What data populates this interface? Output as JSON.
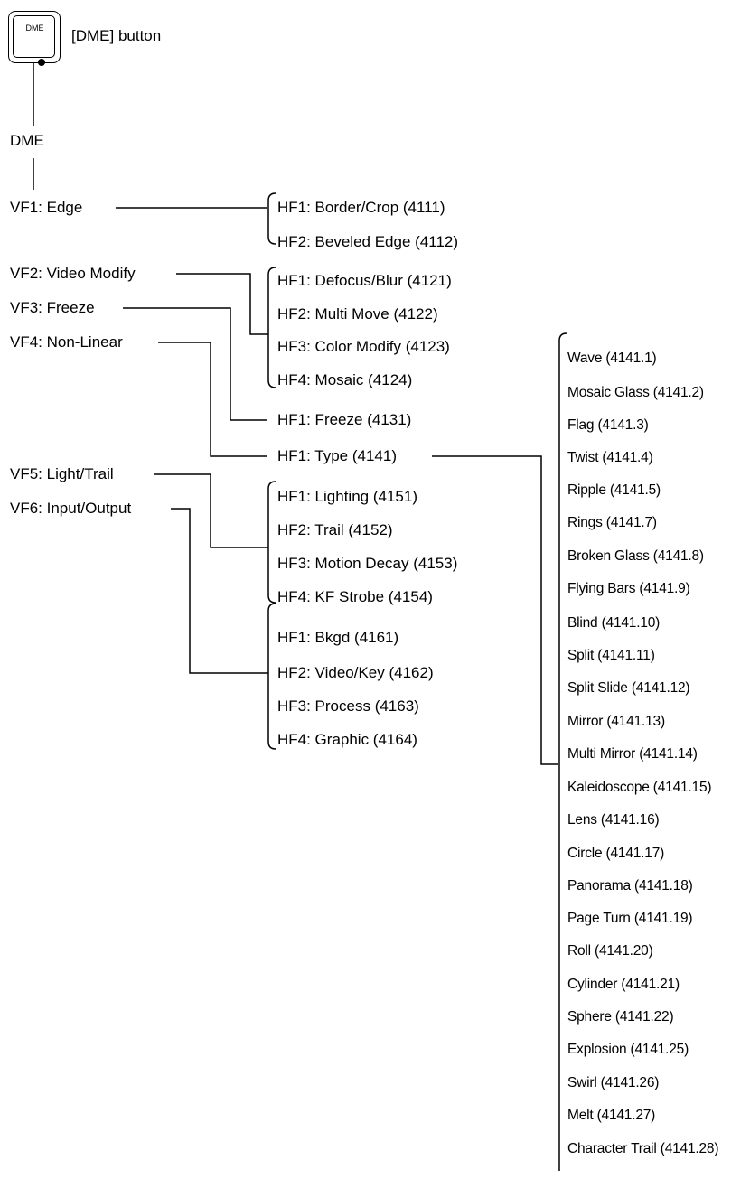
{
  "button": {
    "key_label": "DME",
    "caption": "[DME] button"
  },
  "root": "DME",
  "vf": [
    "VF1: Edge",
    "VF2: Video Modify",
    "VF3: Freeze",
    "VF4: Non-Linear",
    "VF5: Light/Trail",
    "VF6: Input/Output"
  ],
  "hf": {
    "vf1": [
      "HF1: Border/Crop (4111)",
      "HF2: Beveled Edge (4112)"
    ],
    "vf2": [
      "HF1: Defocus/Blur (4121)",
      "HF2: Multi Move (4122)",
      "HF3: Color Modify (4123)",
      "HF4: Mosaic (4124)"
    ],
    "vf3": [
      "HF1: Freeze (4131)"
    ],
    "vf4": [
      "HF1: Type (4141)"
    ],
    "vf5": [
      "HF1: Lighting (4151)",
      "HF2: Trail (4152)",
      "HF3: Motion Decay (4153)",
      "HF4: KF Strobe (4154)"
    ],
    "vf6": [
      "HF1: Bkgd (4161)",
      "HF2: Video/Key (4162)",
      "HF3: Process (4163)",
      "HF4: Graphic (4164)"
    ]
  },
  "types": [
    "Wave (4141.1)",
    "Mosaic Glass (4141.2)",
    "Flag (4141.3)",
    "Twist (4141.4)",
    "Ripple (4141.5)",
    "Rings (4141.7)",
    "Broken Glass (4141.8)",
    "Flying Bars (4141.9)",
    "Blind (4141.10)",
    "Split (4141.11)",
    "Split Slide (4141.12)",
    "Mirror (4141.13)",
    "Multi Mirror (4141.14)",
    "Kaleidoscope (4141.15)",
    "Lens (4141.16)",
    "Circle (4141.17)",
    "Panorama (4141.18)",
    "Page Turn (4141.19)",
    "Roll (4141.20)",
    "Cylinder (4141.21)",
    "Sphere (4141.22)",
    "Explosion (4141.25)",
    "Swirl (4141.26)",
    "Melt (4141.27)",
    "Character Trail (4141.28)"
  ]
}
